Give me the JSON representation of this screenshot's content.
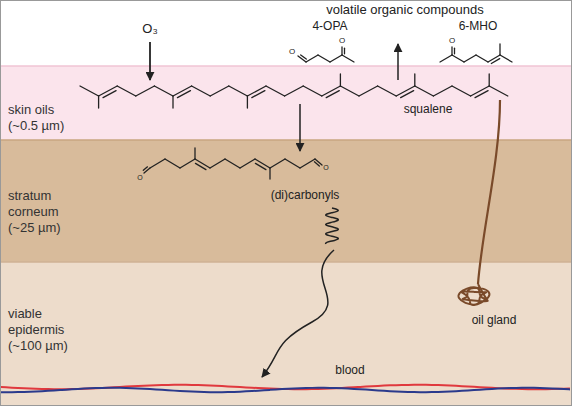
{
  "diagram": {
    "nodes": [
      {
        "text": [
          "skin oils (~0.5 µm)"
        ]
      },
      {
        "text": [
          "stratum corneum (~25 µm)"
        ]
      },
      {
        "text": [
          "viable epidermis (~100 µm)"
        ]
      }
    ],
    "labels": [
      "O₃",
      "volatile organic compounds",
      "4-OPA",
      "6-MHO",
      "squalene",
      "(di)carbonyls",
      "oil gland",
      "blood",
      "O",
      "O",
      "O",
      "O",
      "O"
    ]
  }
}
